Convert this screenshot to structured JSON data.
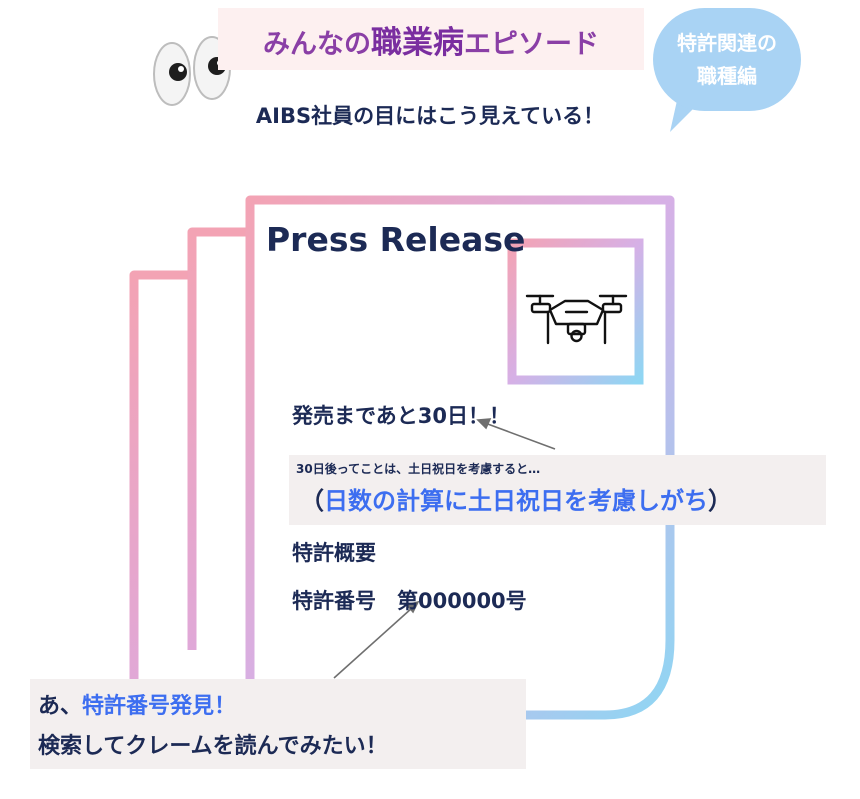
{
  "header": {
    "title_prefix": "みんなの",
    "title_strong": "職業病",
    "title_suffix": "エピソード",
    "subtitle": "AIBS社員の目にはこう見えている！"
  },
  "bubble": {
    "line1": "特許関連の",
    "line2": "職種編"
  },
  "document": {
    "heading": "Press Release",
    "sale_text": "発売まであと30日！！",
    "patent_summary": "特許概要",
    "patent_number": "特許番号　第000000号"
  },
  "note": {
    "small": "30日後ってことは、土日祝日を考慮すると…",
    "open_paren": "（",
    "big": "日数の計算に土日祝日を考慮しがち",
    "close_paren": "）"
  },
  "callout": {
    "prefix": "あ、",
    "highlight": "特許番号発見！",
    "line2": "検索してクレームを読んでみたい！"
  },
  "colors": {
    "title_purple": "#8a3fa6",
    "navy": "#1c2a55",
    "accent_blue": "#3d6ef0",
    "bubble_blue": "#a9d3f4",
    "pink": "#f3a6b6",
    "light_blue": "#8fd4f2"
  },
  "icons": {
    "eyes": "eyes-icon",
    "drone": "drone-icon"
  }
}
